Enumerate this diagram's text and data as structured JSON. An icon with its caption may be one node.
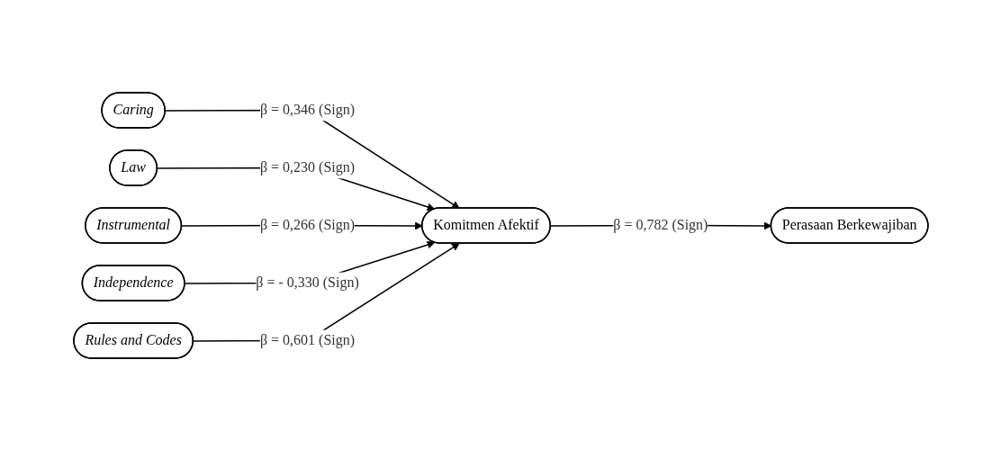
{
  "diagram": {
    "nodes": [
      {
        "text": [
          "Caring"
        ]
      },
      {
        "text": [
          "Law"
        ]
      },
      {
        "text": [
          "Instrumental"
        ]
      },
      {
        "text": [
          "Independence"
        ]
      },
      {
        "text": [
          "Rules and Codes"
        ]
      },
      {
        "text": [
          "Komitmen Afektif"
        ]
      },
      {
        "text": [
          "Perasaan Berkewajiban"
        ]
      }
    ],
    "edges": [
      {
        "from": 0,
        "to": 5,
        "arrow": "to",
        "label": "β = 0,346 (Sign)"
      },
      {
        "from": 1,
        "to": 5,
        "arrow": "to",
        "label": "β = 0,230 (Sign)"
      },
      {
        "from": 2,
        "to": 5,
        "arrow": "to",
        "label": "β = 0,266 (Sign)"
      },
      {
        "from": 3,
        "to": 5,
        "arrow": "to",
        "label": "β = - 0,330 (Sign)"
      },
      {
        "from": 4,
        "to": 5,
        "arrow": "to",
        "label": "β = 0,601 (Sign)"
      },
      {
        "from": 5,
        "to": 6,
        "arrow": "to",
        "label": "β = 0,782 (Sign)"
      }
    ]
  }
}
